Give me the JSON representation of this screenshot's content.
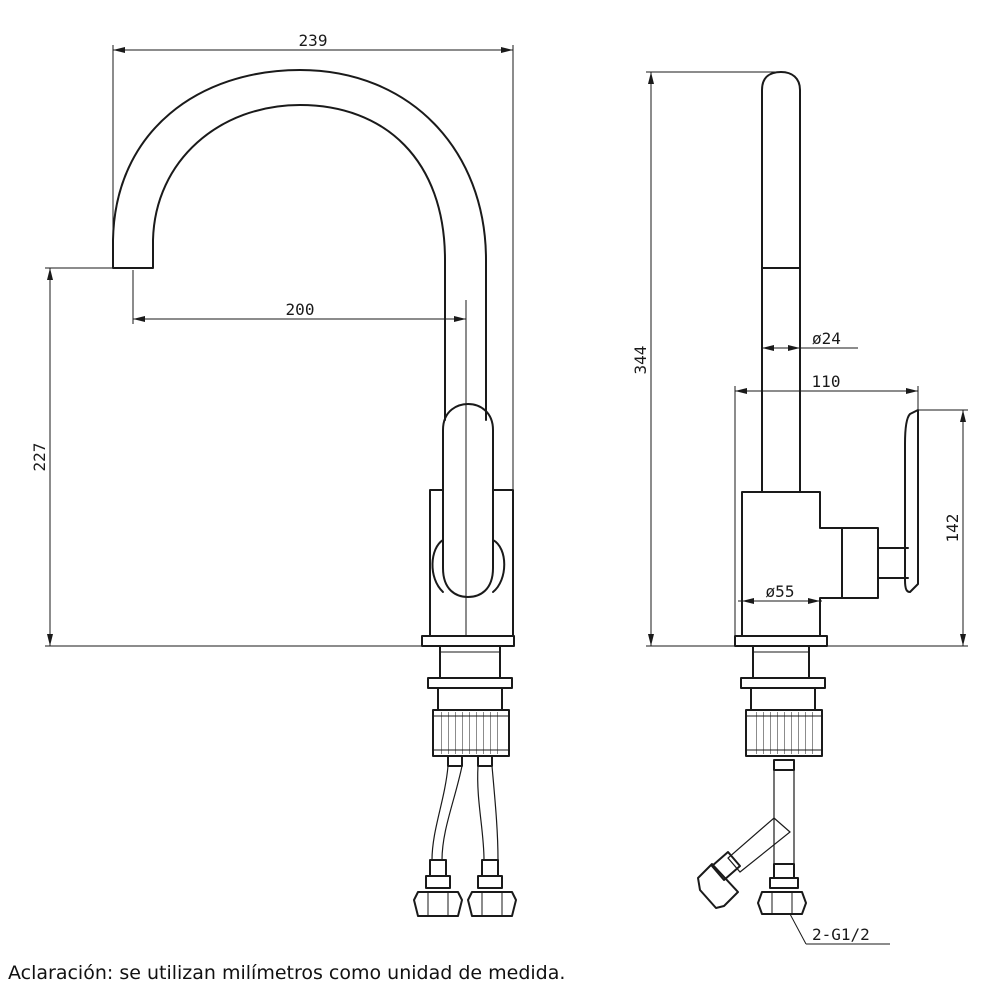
{
  "front_view": {
    "dim_width": "239",
    "dim_reach": "200",
    "dim_height": "227"
  },
  "side_view": {
    "dim_height": "344",
    "dim_spout_diameter": "ø24",
    "dim_depth": "110",
    "dim_lever_height": "142",
    "dim_base_diameter": "ø55",
    "hose_connection": "2-G1/2"
  },
  "note": "Aclaración: se utilizan milímetros como unidad de medida."
}
